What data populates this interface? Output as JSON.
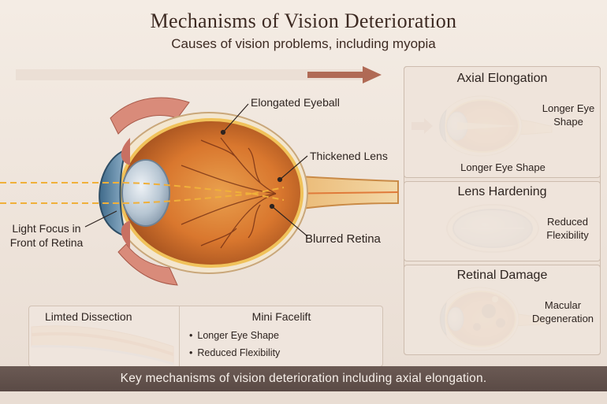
{
  "header": {
    "title": "Mechanisms of Vision Deterioration",
    "subtitle": "Causes of vision problems, including myopia"
  },
  "main_diagram": {
    "labels": {
      "elongated_eyeball": "Elongated Eyeball",
      "thickened_lens": "Thickened Lens",
      "light_focus": "Light Focus in Front of Retina",
      "blurred_retina": "Blurred Retina"
    }
  },
  "side_panels": {
    "axial": {
      "title": "Axial Elongation",
      "label_right": "Longer Eye Shape",
      "label_bottom": "Longer Eye Shape"
    },
    "lens": {
      "title": "Lens Hardening",
      "label_right": "Reduced Flexibility"
    },
    "retinal": {
      "title": "Retinal Damage",
      "label_right": "Macular Degeneration"
    }
  },
  "bottom_box": {
    "left_title": "Limted Dissection",
    "right_title": "Mini Facelift",
    "bullets": [
      "Longer Eye Shape",
      "Reduced Flexibility"
    ]
  },
  "caption": "Key mechanisms of vision deterioration including axial elongation.",
  "colors": {
    "eye_orange": "#d9772e",
    "eye_dark": "#8a3a18",
    "lens_blue": "#9fb3c4",
    "accent_arrow": "#b06a55"
  }
}
